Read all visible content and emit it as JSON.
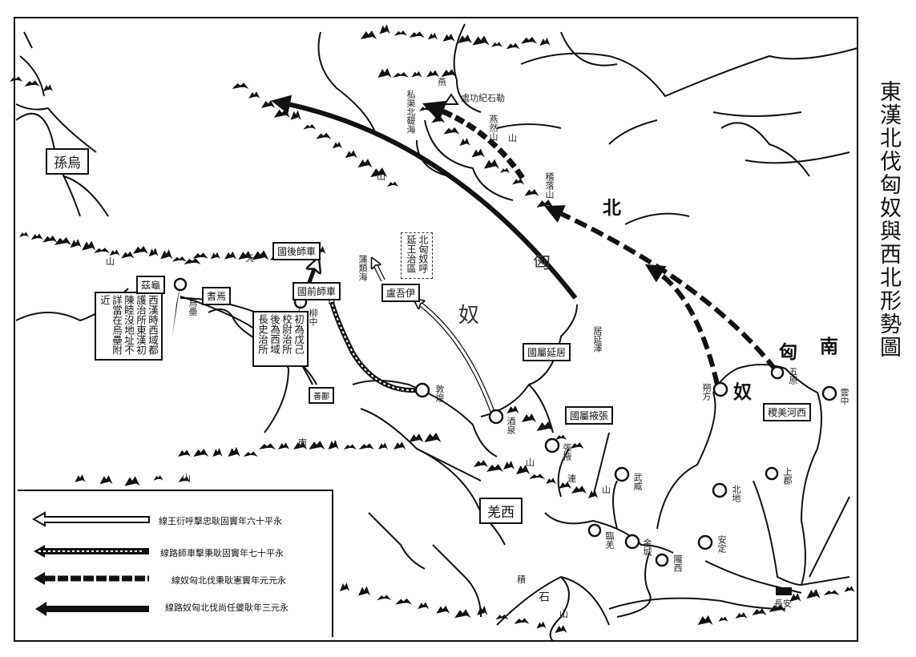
{
  "title": "東漢北伐匈奴與西北形勢圖",
  "colors": {
    "ink": "#111111",
    "paper": "#ffffff"
  },
  "regions": {
    "north_xiongnu": [
      "北",
      "匈",
      "奴"
    ],
    "south_xiongnu": [
      "南",
      "匈",
      "奴"
    ]
  },
  "boxed_labels": {
    "wusun": "烏孫",
    "qiuci": "龜茲",
    "yanqi": "焉耆",
    "cheshi_hou": "車師後國",
    "cheshi_qian": "車師前國",
    "yiwulu": "伊吾盧",
    "shanshan": "鄯善",
    "juyan": "居延屬國",
    "zhangye": "張掖屬國",
    "xihe": "西河美稷",
    "xiqiang": "西羌"
  },
  "notes": {
    "duhu": "西漢時西域都護治所東漢初陳睦沒地址不詳當在烏壘附近",
    "liuzhong": "初為戊己校尉治所後為西域長史治所",
    "huyan": "北匈奴呼延王治區"
  },
  "cities": {
    "wulei": "烏壘",
    "liuzhong": "柳中",
    "dunhuang": "敦煌",
    "jiuquan": "酒泉",
    "zhangye": "張掖",
    "wuwei": "武威",
    "linqiang": "臨羌",
    "jincheng": "金城",
    "longxi": "隴西",
    "anding": "安定",
    "beidi": "北地",
    "shangjun": "上郡",
    "shuofang": "朔方",
    "wuyuan": "五原",
    "yunzhong": "雲中",
    "changan": "長安"
  },
  "terrain": {
    "tianshan_1": "山",
    "tianshan_2": "天",
    "yanran": "燕然山",
    "siqu": "私渠北鞮海",
    "leshi": "勒石紀功處",
    "jiluo": "稽落山",
    "pulei": "蒲類海",
    "juyanze": "居延澤",
    "nanshan_1": "南",
    "nanshan_2": "山",
    "qilian_1": "山",
    "qilian_2": "連",
    "jishi_1": "積",
    "jishi_2": "石",
    "jishi_3": "山",
    "mtn_1": "山",
    "mtn_2": "山",
    "mtn_3": "山",
    "yan": "燕"
  },
  "legend": [
    {
      "label": "永平十六年竇固耿忠擊呼衍王線",
      "style": "hollow"
    },
    {
      "label": "永平十七年竇固耿秉擊車師路線",
      "style": "textured"
    },
    {
      "label": "永元元年竇憲耿秉伐北匈奴線",
      "style": "dashed"
    },
    {
      "label": "永元三年耿夔任尚伐北匈奴路線",
      "style": "solid"
    }
  ]
}
